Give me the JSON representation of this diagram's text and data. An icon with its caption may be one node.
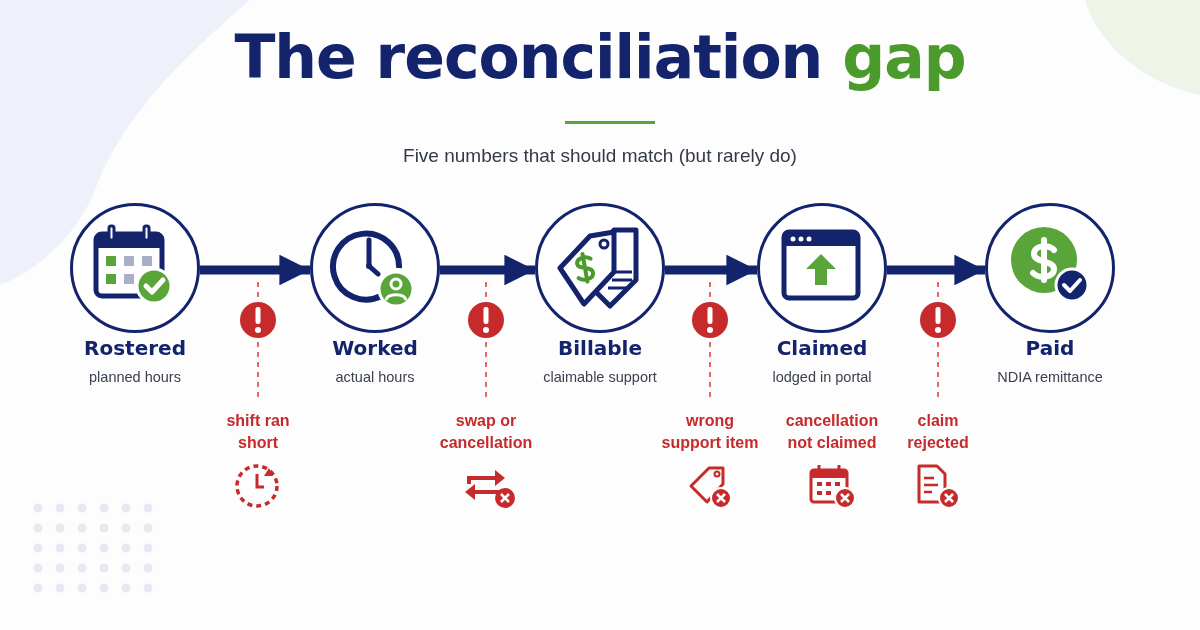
{
  "diagram": {
    "title": "The reconciliation gap",
    "nodes": [
      {
        "text": [
          "Rostered",
          "planned hours"
        ]
      },
      {
        "text": [
          "Worked",
          "actual hours"
        ]
      },
      {
        "text": [
          "Billable",
          "claimable support"
        ]
      },
      {
        "text": [
          "Claimed",
          "lodged in portal"
        ]
      },
      {
        "text": [
          "Paid",
          "NDIA remittance"
        ]
      }
    ],
    "edges": [
      {
        "from": 0,
        "to": 1,
        "arrow": "to"
      },
      {
        "from": 1,
        "to": 2,
        "arrow": "to"
      },
      {
        "from": 2,
        "to": 3,
        "arrow": "to"
      },
      {
        "from": 3,
        "to": 4,
        "arrow": "to"
      }
    ],
    "labels": [
      "Five numbers that should match (but rarely do)",
      "shift ran short",
      "swap or cancellation",
      "wrong support item",
      "cancellation not claimed",
      "claim rejected"
    ]
  }
}
